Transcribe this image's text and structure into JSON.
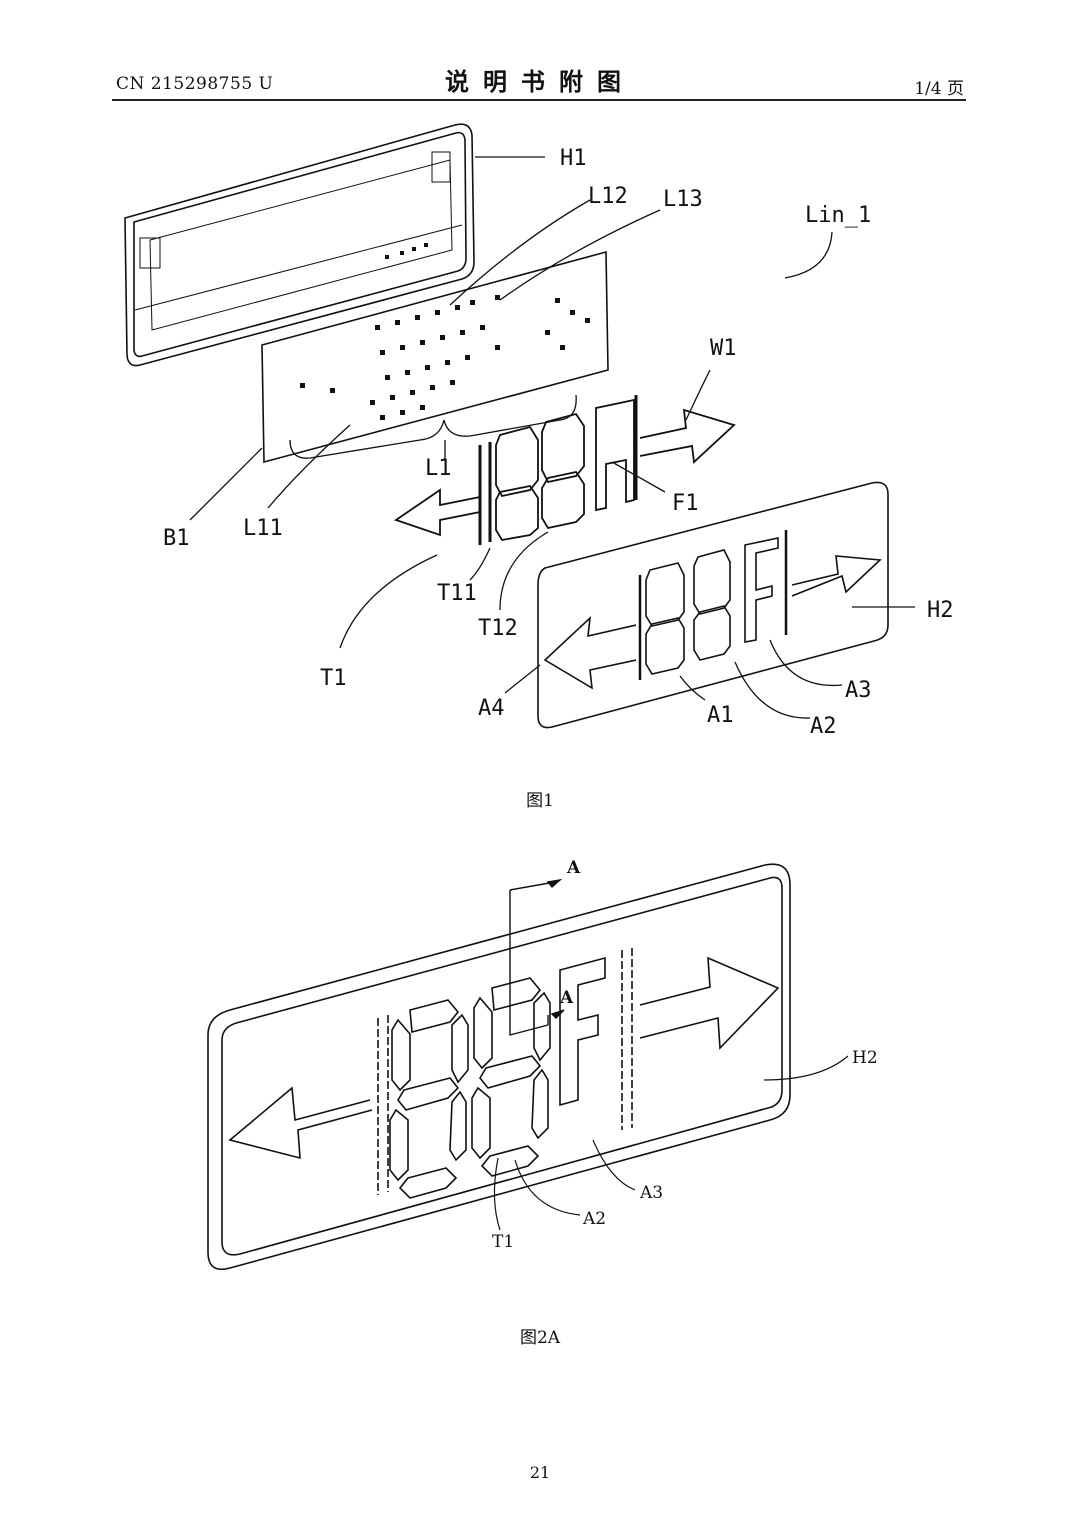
{
  "header": {
    "patent_number": "CN 215298755 U",
    "title": "说明书附图",
    "page_info": "1/4 页"
  },
  "figure1": {
    "caption": "图1",
    "labels": {
      "H1": "H1",
      "L12": "L12",
      "L13": "L13",
      "Lin_1": "Lin_1",
      "W1": "W1",
      "B1": "B1",
      "L11": "L11",
      "L1": "L1",
      "F1": "F1",
      "T11": "T11",
      "T12": "T12",
      "T1": "T1",
      "H2": "H2",
      "A4": "A4",
      "A1": "A1",
      "A2": "A2",
      "A3": "A3"
    }
  },
  "figure2a": {
    "caption": "图2A",
    "labels": {
      "A_top": "A",
      "A_mid": "A",
      "H2": "H2",
      "A3": "A3",
      "A2": "A2",
      "T1": "T1"
    }
  },
  "page_number": "21"
}
